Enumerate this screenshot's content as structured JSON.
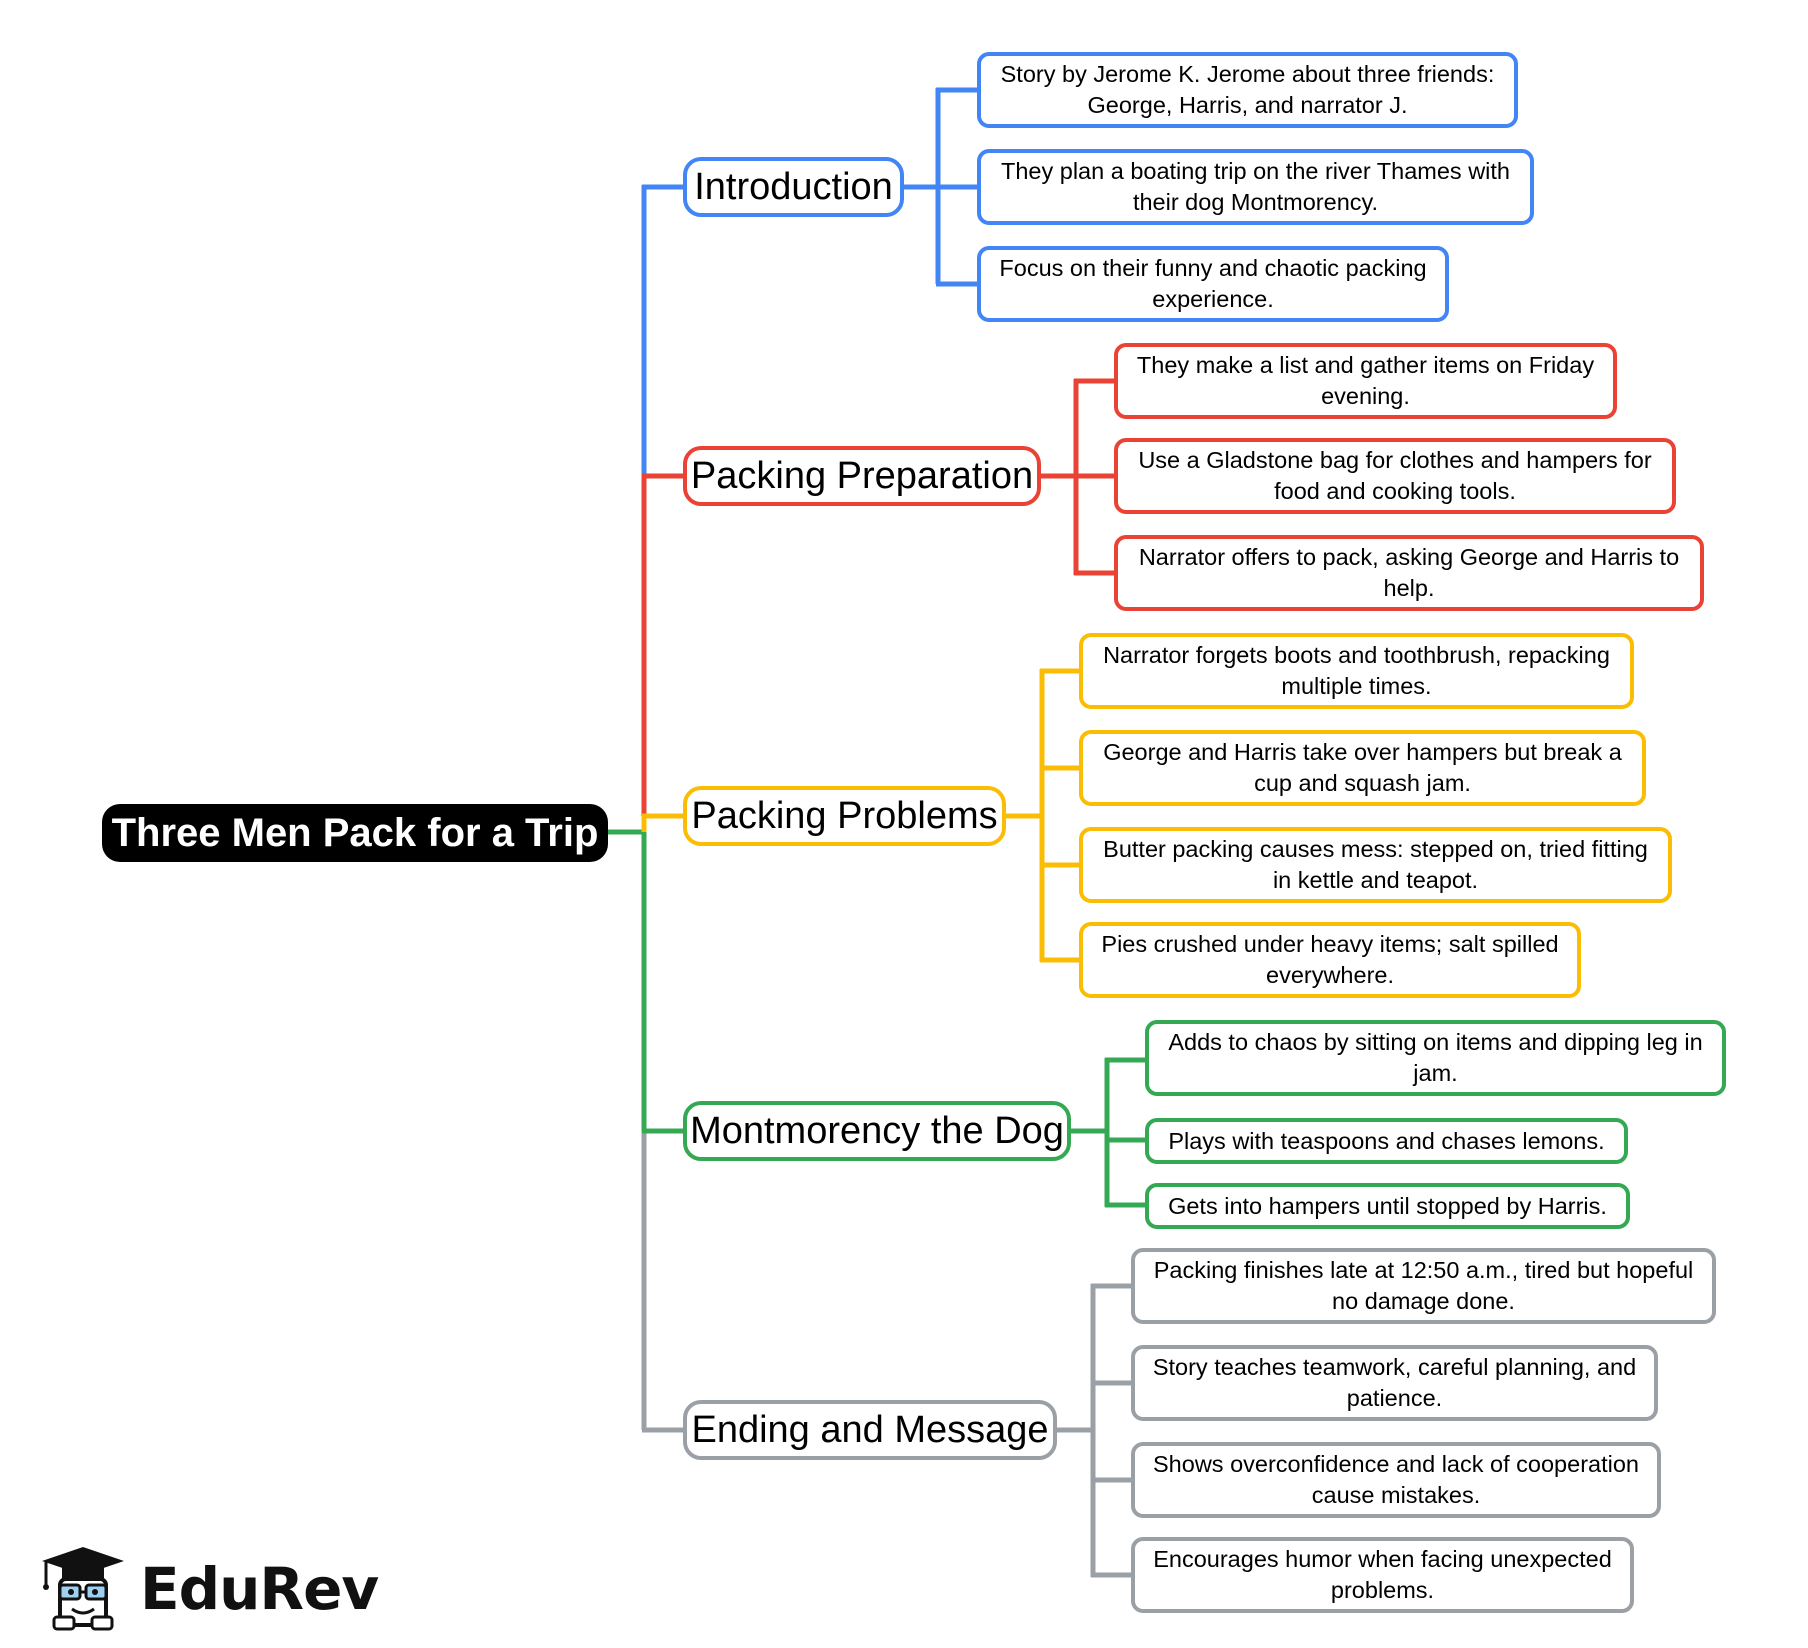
{
  "root": {
    "label": "Three Men Pack for a Trip"
  },
  "colors": {
    "blue": "#4285f4",
    "red": "#ea4335",
    "yellow": "#fbbc04",
    "green": "#34a853",
    "gray": "#9aa0a6",
    "root": "#000000"
  },
  "branches": [
    {
      "label": "Introduction",
      "leaves": [
        "Story by Jerome K. Jerome about three friends: George, Harris, and narrator J.",
        "They plan a boating trip on the river Thames with their dog Montmorency.",
        "Focus on their funny and chaotic packing experience."
      ]
    },
    {
      "label": "Packing Preparation",
      "leaves": [
        "They make a list and gather items on Friday evening.",
        "Use a Gladstone bag for clothes and hampers for food and cooking tools.",
        "Narrator offers to pack, asking George and Harris to help."
      ]
    },
    {
      "label": "Packing Problems",
      "leaves": [
        "Narrator forgets boots and toothbrush, repacking multiple times.",
        "George and Harris take over hampers but break a cup and squash jam.",
        "Butter packing causes mess: stepped on, tried fitting in kettle and teapot.",
        "Pies crushed under heavy items; salt spilled everywhere."
      ]
    },
    {
      "label": "Montmorency the Dog",
      "leaves": [
        "Adds to chaos by sitting on items and dipping leg in jam.",
        "Plays with teaspoons and chases lemons.",
        "Gets into hampers until stopped by Harris."
      ]
    },
    {
      "label": "Ending and Message",
      "leaves": [
        "Packing finishes late at 12:50 a.m., tired but hopeful no damage done.",
        "Story teaches teamwork, careful planning, and patience.",
        "Shows overconfidence and lack of cooperation cause mistakes.",
        "Encourages humor when facing unexpected problems."
      ]
    }
  ],
  "logo": {
    "text": "EduRev",
    "icon": "graduation-cap-mascot-icon"
  }
}
